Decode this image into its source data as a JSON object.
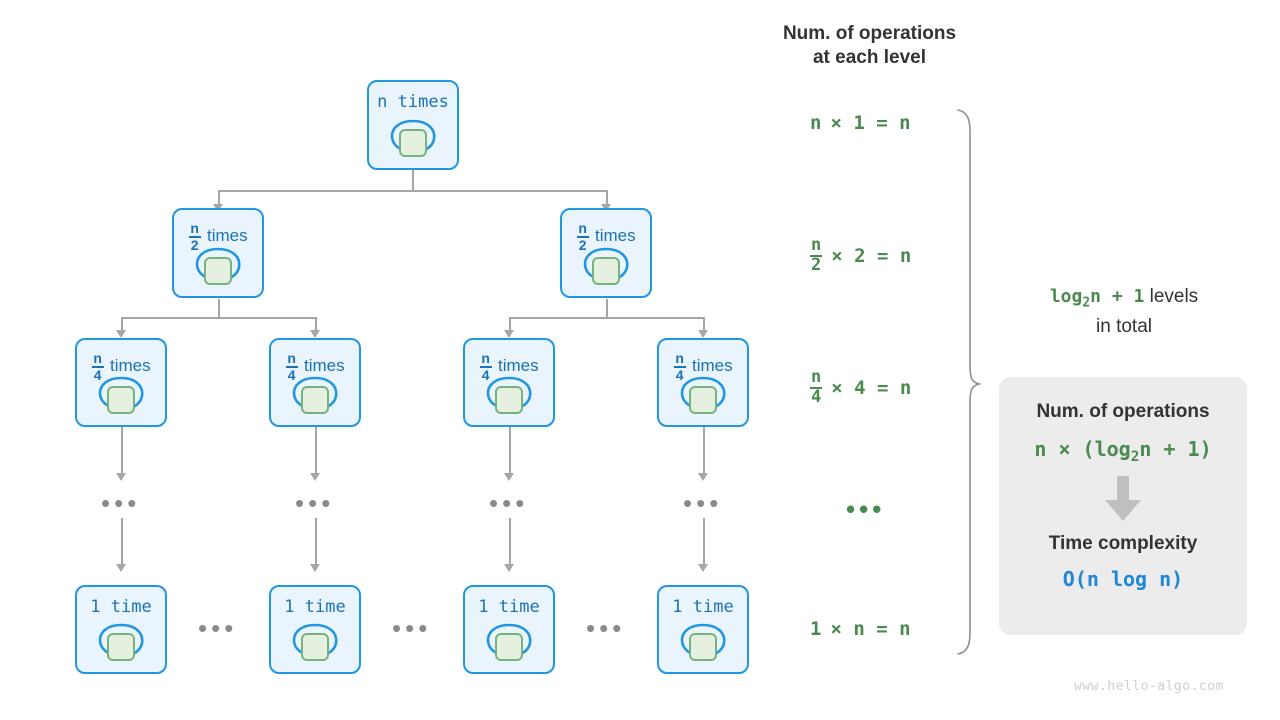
{
  "diagram": {
    "title_watermark": "www.hello-algo.com",
    "tree": {
      "level1": [
        {
          "label": "n times",
          "kind": "mono"
        }
      ],
      "level2": [
        {
          "num": "n",
          "den": "2",
          "word": "times",
          "kind": "frac"
        },
        {
          "num": "n",
          "den": "2",
          "word": "times",
          "kind": "frac"
        }
      ],
      "level3": [
        {
          "num": "n",
          "den": "4",
          "word": "times",
          "kind": "frac"
        },
        {
          "num": "n",
          "den": "4",
          "word": "times",
          "kind": "frac"
        },
        {
          "num": "n",
          "den": "4",
          "word": "times",
          "kind": "frac"
        },
        {
          "num": "n",
          "den": "4",
          "word": "times",
          "kind": "frac"
        }
      ],
      "level4_ellipsis": [
        "•••",
        "•••",
        "•••",
        "•••"
      ],
      "level5": [
        {
          "label": "1 time",
          "kind": "mono"
        },
        {
          "label": "1 time",
          "kind": "mono"
        },
        {
          "label": "1 time",
          "kind": "mono"
        },
        {
          "label": "1 time",
          "kind": "mono"
        }
      ],
      "level5_gaps": [
        "•••",
        "•••",
        "•••"
      ]
    },
    "right_column": {
      "heading": "Num. of operations\nat each level",
      "rows": [
        {
          "left_plain": "n",
          "left_num": "",
          "left_den": "",
          "rest": "× 1 = n"
        },
        {
          "left_plain": "",
          "left_num": "n",
          "left_den": "2",
          "rest": "× 2 = n"
        },
        {
          "left_plain": "",
          "left_num": "n",
          "left_den": "4",
          "rest": "× 4 = n"
        },
        {
          "left_plain": "",
          "left_num": "",
          "left_den": "",
          "rest": "•••"
        },
        {
          "left_plain": "1",
          "left_num": "",
          "left_den": "",
          "rest": "× n = n"
        }
      ]
    },
    "levels_note": {
      "formula": "log₂n + 1",
      "after": " levels",
      "second_line": "in total"
    },
    "summary_panel": {
      "title1": "Num. of operations",
      "formula1": "n × (log₂n + 1)",
      "title2": "Time complexity",
      "formula2": "O(n log n)"
    },
    "colors": {
      "node_border": "#2196e3",
      "node_fill": "#e9f4fc",
      "node_text": "#1a73b7",
      "green_block_border": "#76b47c",
      "green_block_fill": "#e6f0e1",
      "formula_green": "#4a8a4e",
      "formula_blue": "#1f87d6",
      "connector_gray": "#a6a6a6",
      "panel_bg": "#ececec",
      "heading_text": "#333333"
    }
  }
}
